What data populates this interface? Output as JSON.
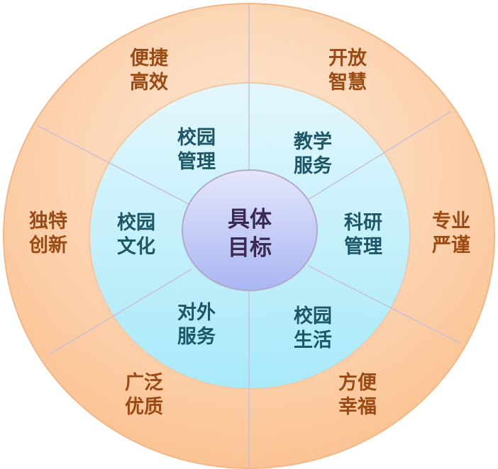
{
  "center": {
    "line1": "具体",
    "line2": "目标"
  },
  "inner_ring": [
    {
      "line1": "校园",
      "line2": "管理"
    },
    {
      "line1": "教学",
      "line2": "服务"
    },
    {
      "line1": "科研",
      "line2": "管理"
    },
    {
      "line1": "校园",
      "line2": "生活"
    },
    {
      "line1": "对外",
      "line2": "服务"
    },
    {
      "line1": "校园",
      "line2": "文化"
    }
  ],
  "outer_ring": [
    {
      "line1": "便捷",
      "line2": "高效"
    },
    {
      "line1": "开放",
      "line2": "智慧"
    },
    {
      "line1": "专业",
      "line2": "严谨"
    },
    {
      "line1": "方便",
      "line2": "幸福"
    },
    {
      "line1": "广泛",
      "line2": "优质"
    },
    {
      "line1": "独特",
      "line2": "创新"
    }
  ],
  "colors": {
    "outer": "#fbc99a",
    "inner": "#bdeefa",
    "center": "#c9cdf6",
    "outer_text": "#9a4a12",
    "inner_text": "#1d5666",
    "center_text": "#3a2a52"
  }
}
